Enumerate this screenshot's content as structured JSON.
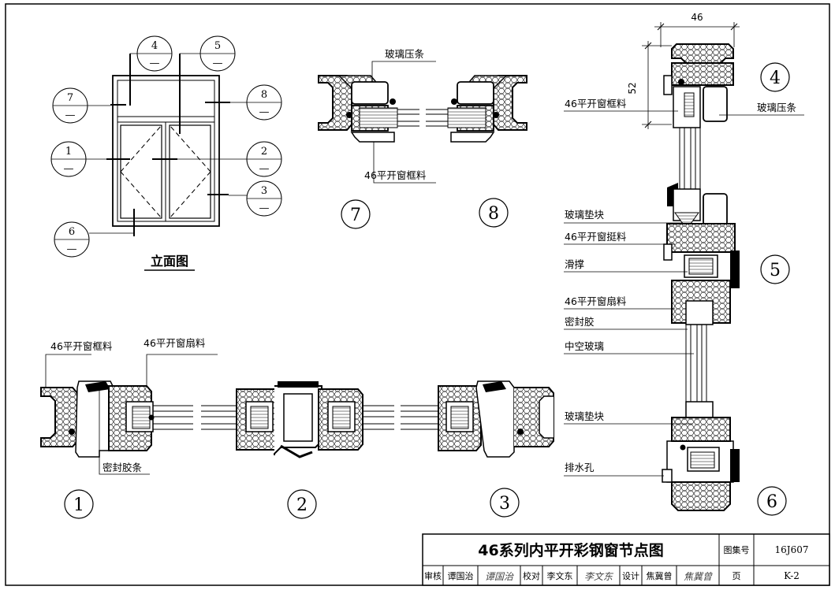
{
  "elevation": {
    "title": "立面图",
    "balloons": [
      {
        "num": "4",
        "sub": "—"
      },
      {
        "num": "5",
        "sub": "—"
      },
      {
        "num": "7",
        "sub": "—"
      },
      {
        "num": "8",
        "sub": "—"
      },
      {
        "num": "1",
        "sub": "—"
      },
      {
        "num": "2",
        "sub": "—"
      },
      {
        "num": "3",
        "sub": "—"
      },
      {
        "num": "6",
        "sub": "—"
      }
    ]
  },
  "details": {
    "labels": {
      "glass_bead_top": "玻璃压条",
      "frame_top": "46平开窗框料",
      "frame_bottom": "46平开窗框料",
      "sash_bottom": "46平开窗扇料",
      "seal_strip": "密封胶条",
      "v_frame": "46平开窗框料",
      "v_bead": "玻璃压条",
      "v_block1": "玻璃垫块",
      "v_mullion": "46平开窗挺料",
      "v_stay": "滑撑",
      "v_sash": "46平开窗扇料",
      "v_sealant": "密封胶",
      "v_glass": "中空玻璃",
      "v_block2": "玻璃垫块",
      "v_drain": "排水孔"
    },
    "dims": {
      "width": "46",
      "height": "52"
    },
    "section_numbers": {
      "s1": "1",
      "s2": "2",
      "s3": "3",
      "s4": "4",
      "s5": "5",
      "s6": "6",
      "s7": "7",
      "s8": "8"
    }
  },
  "title_block": {
    "title": "46系列内平开彩钢窗节点图",
    "atlas_label": "图集号",
    "atlas_value": "16J607",
    "review_label": "审核",
    "review_name": "谭国治",
    "review_sig": "谭国治",
    "check_label": "校对",
    "check_name": "李文东",
    "check_sig": "李文东",
    "design_label": "设计",
    "design_name": "焦冀曾",
    "design_sig": "焦冀曾",
    "page_label": "页",
    "page_value": "K-2"
  }
}
